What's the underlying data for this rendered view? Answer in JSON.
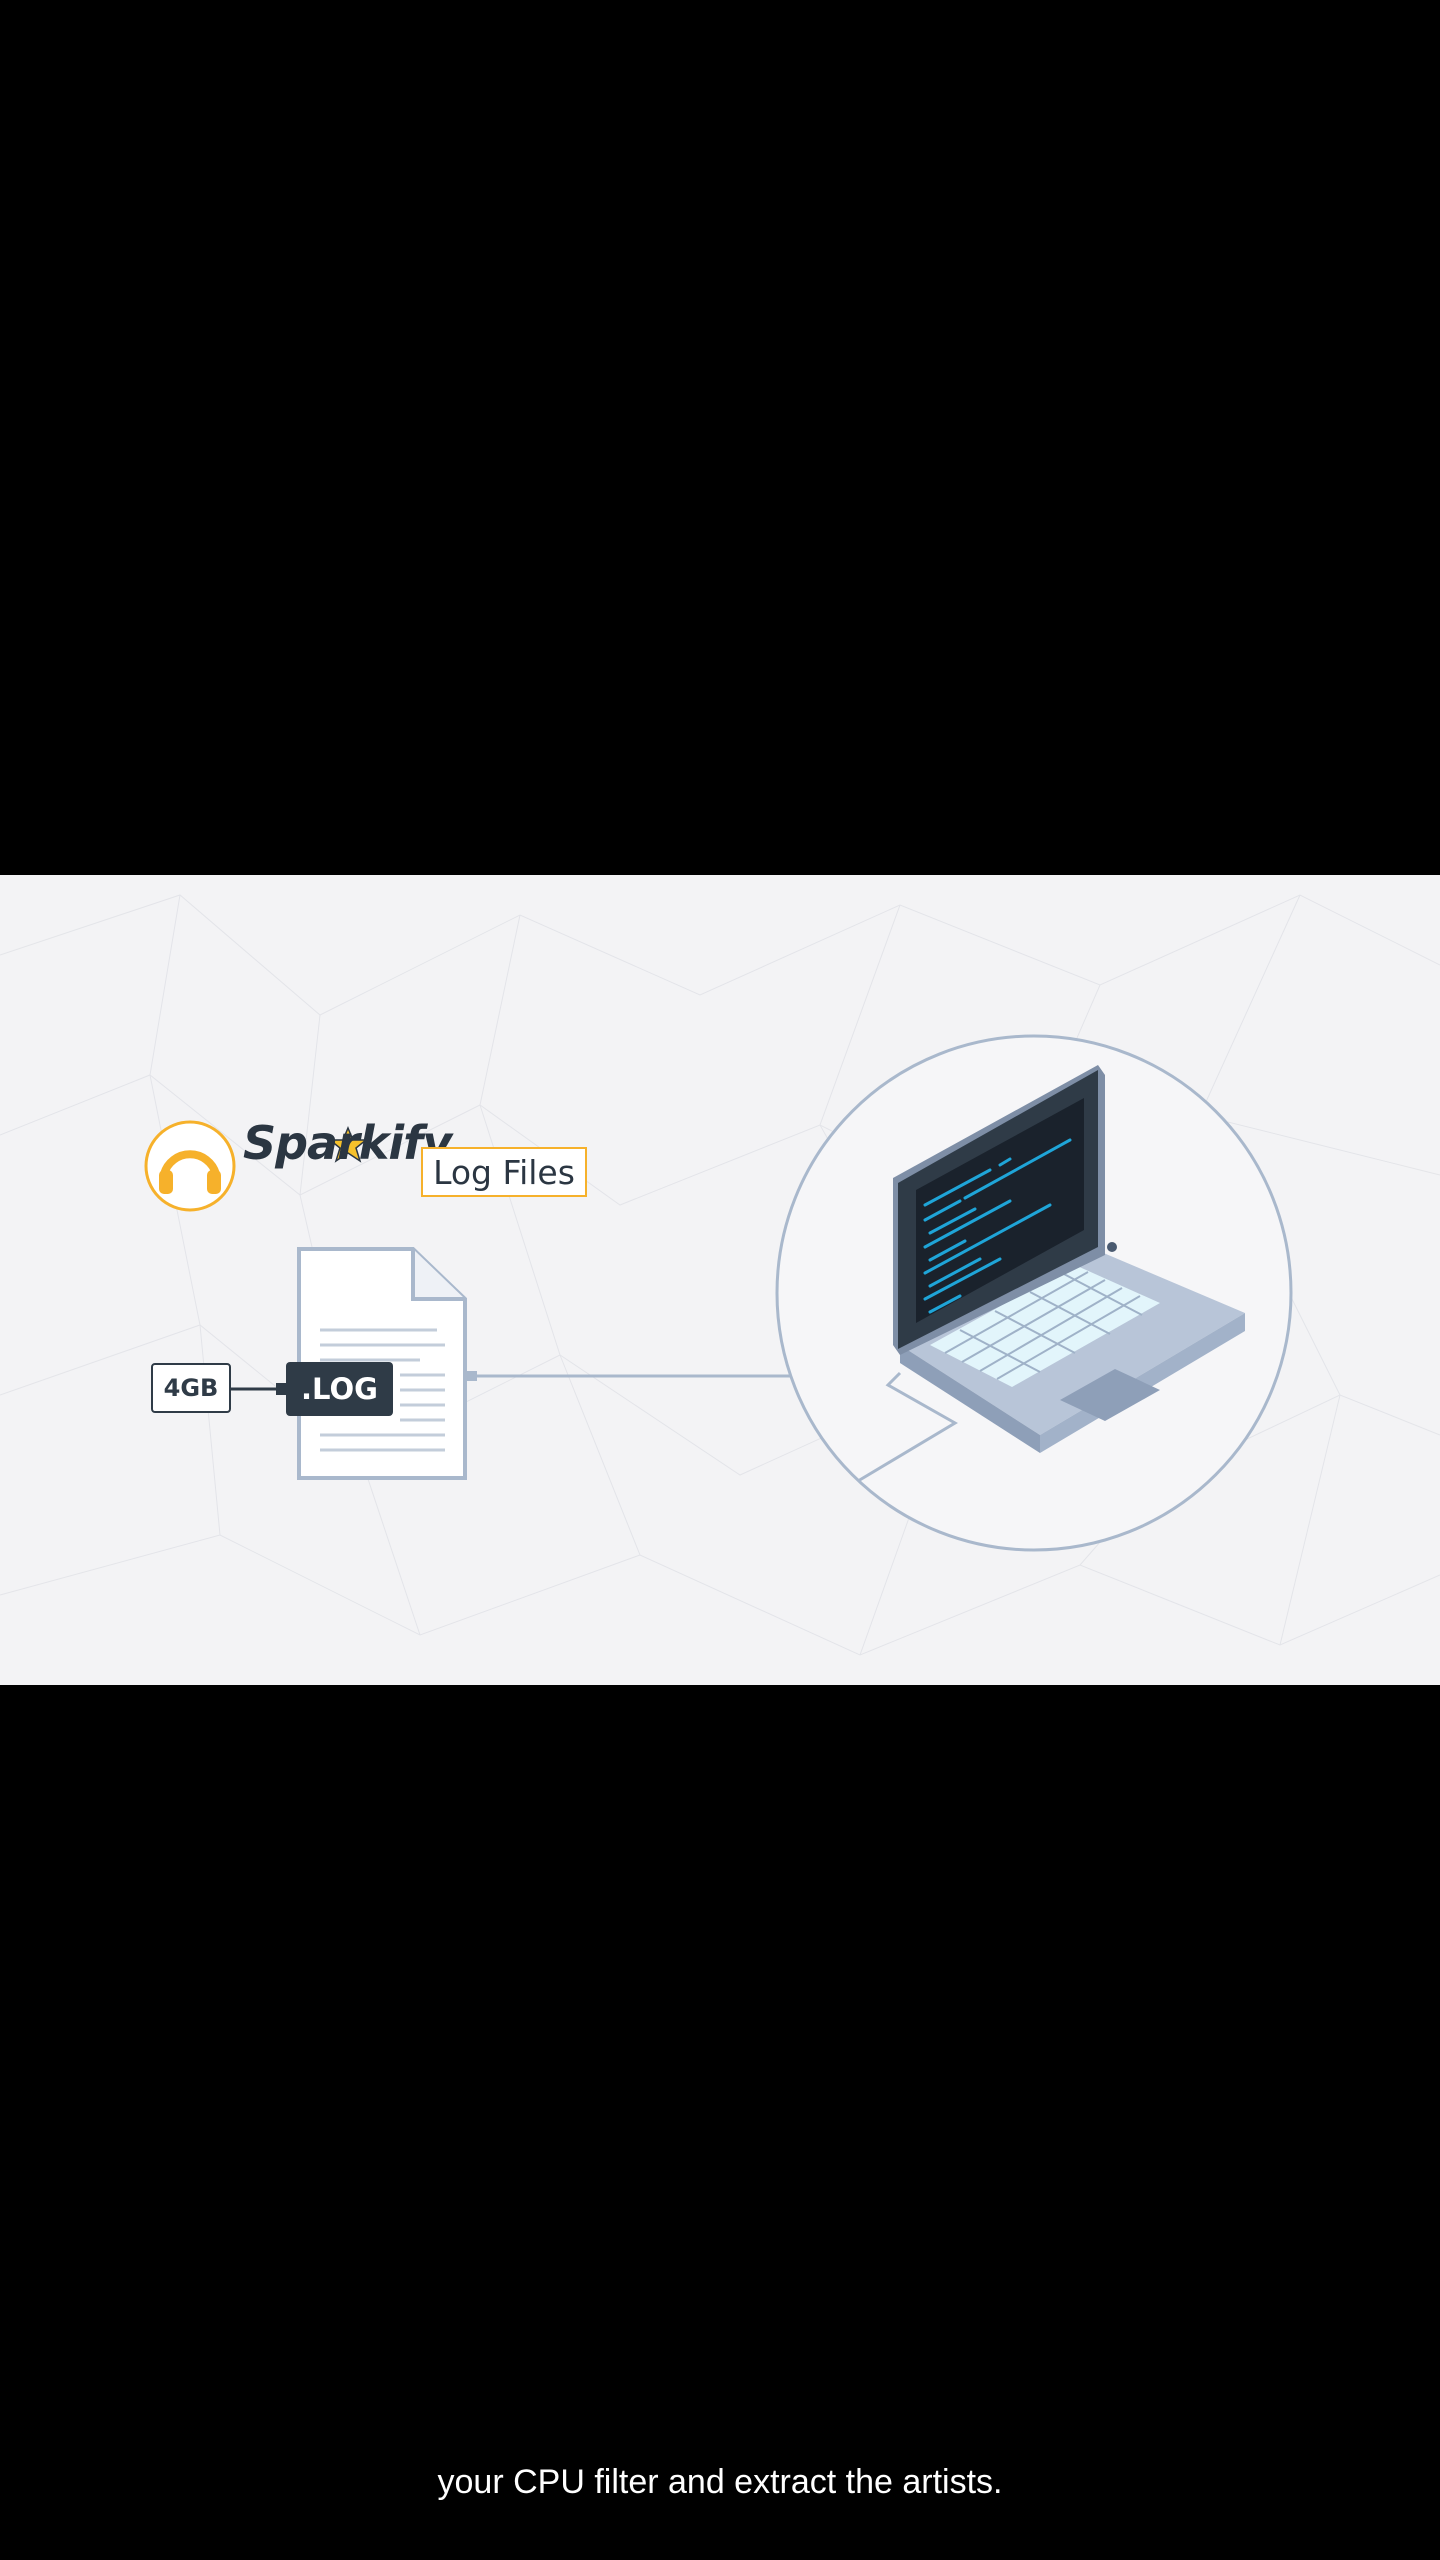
{
  "video": {
    "brand_name": "Sparkify",
    "log_files_label": "Log Files",
    "file_size_badge": "4GB",
    "file_extension_badge": ".LOG",
    "icons": {
      "brand_logo": "headphones-icon",
      "document": "document-icon",
      "computer": "laptop-icon"
    },
    "colors": {
      "brand_accent": "#f6b12b",
      "outline": "#a9b8cc",
      "dark_label": "#2f3b47",
      "terminal_text": "#1fa5d8"
    }
  },
  "subtitle": {
    "text": "your CPU filter and extract the artists."
  }
}
